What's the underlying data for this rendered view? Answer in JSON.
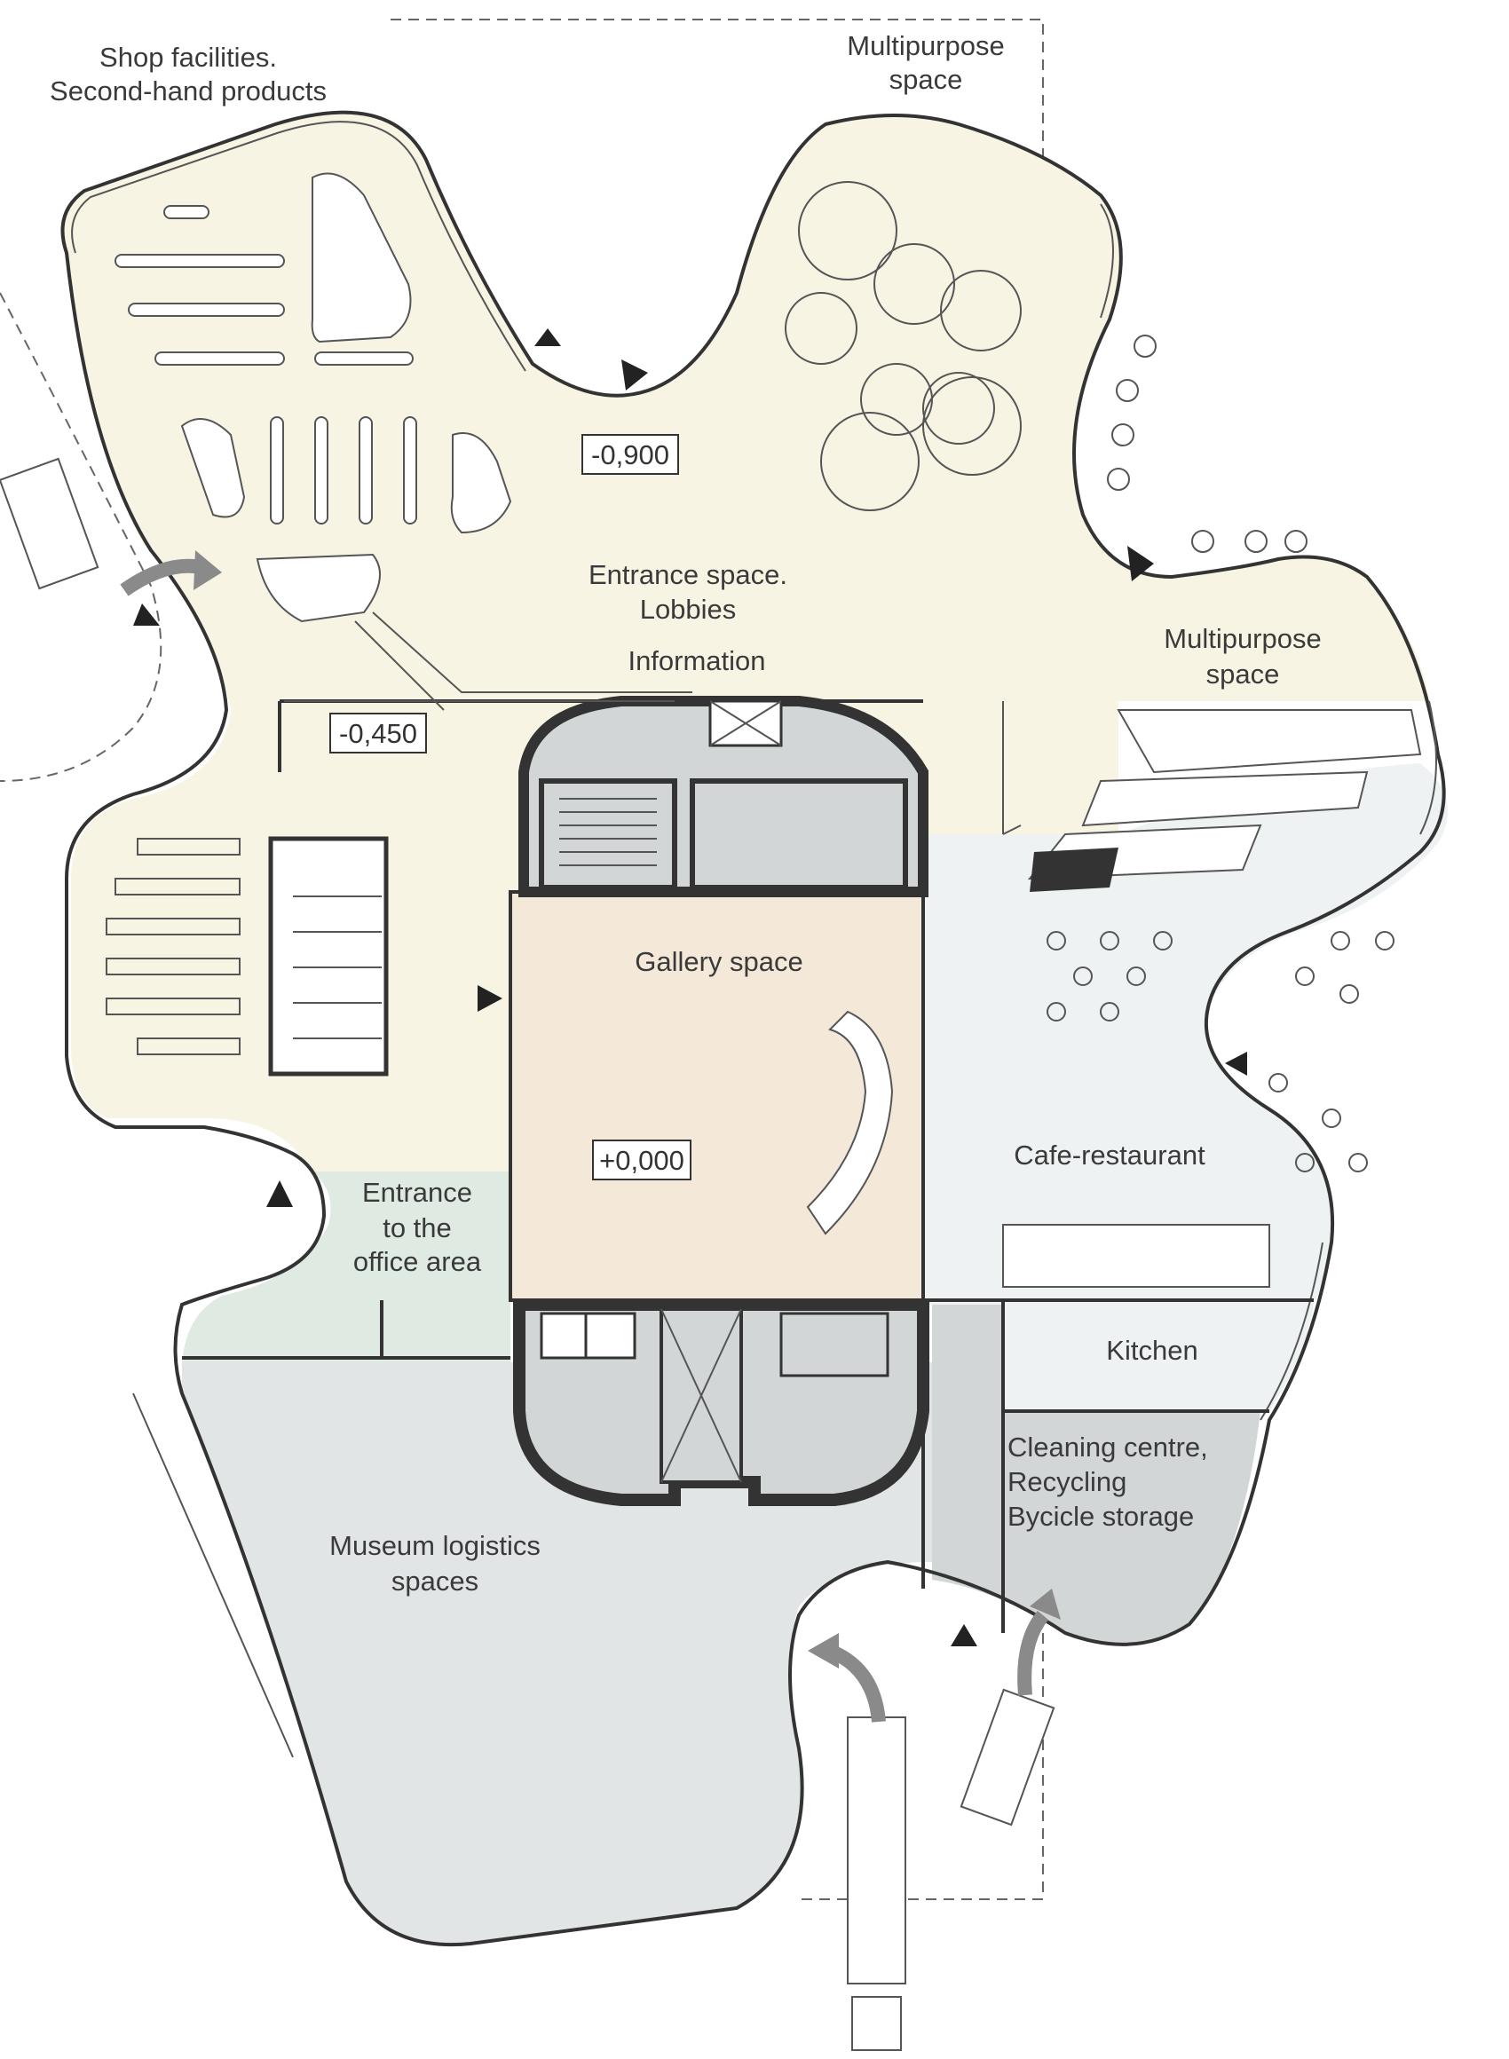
{
  "labels": {
    "shop": [
      "Shop facilities.",
      "Second-hand products"
    ],
    "multipurpose_top": [
      "Multipurpose",
      "space"
    ],
    "entrance_lobbies": [
      "Entrance space.",
      "Lobbies"
    ],
    "information": "Information",
    "multipurpose_right": [
      "Multipurpose",
      "space"
    ],
    "gallery": "Gallery space",
    "cafe": "Cafe-restaurant",
    "office_entrance": [
      "Entrance",
      "to the",
      "office area"
    ],
    "kitchen": "Kitchen",
    "cleaning": [
      "Cleaning centre,",
      "Recycling",
      "Bycicle storage"
    ],
    "museum_logistics": [
      "Museum logistics",
      "spaces"
    ]
  },
  "levels": {
    "lobby": "-0,900",
    "ramp": "-0,450",
    "gallery": "+0,000"
  },
  "colors": {
    "lobby_fill": "#f8f4e4",
    "gallery_fill": "#f4e8d8",
    "office_fill": "#dfeae2",
    "cafe_fill": "#eef2f3",
    "logistics_fill": "#e2e5e6",
    "service_fill": "#d2d6d7",
    "wall": "#333333",
    "arrow": "#8a8a8a"
  },
  "icons": {
    "entrance_marker": "triangle-entrance-icon",
    "vehicle_arrow": "curved-arrow-icon",
    "accessible_toilet": "wheelchair-icon"
  }
}
